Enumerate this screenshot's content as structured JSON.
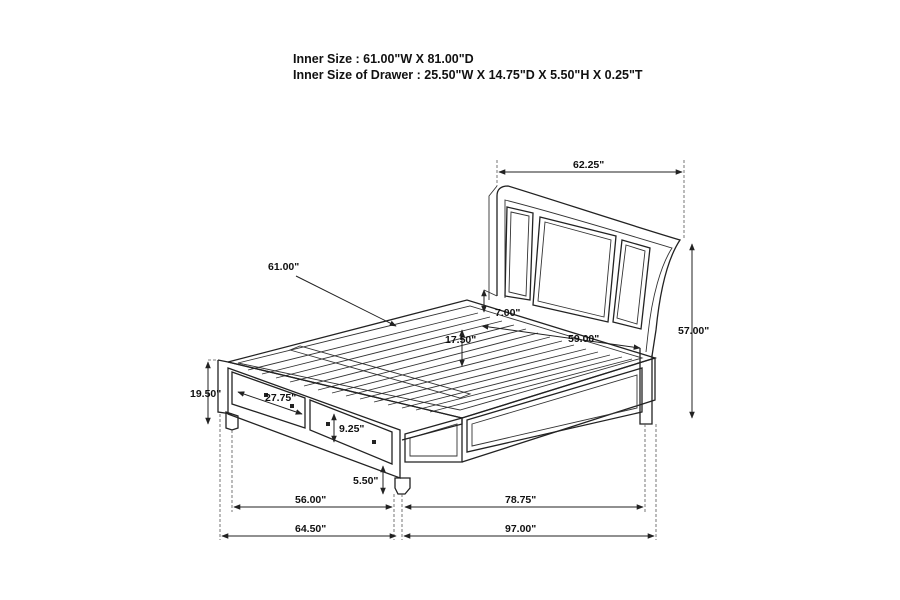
{
  "specs": {
    "inner_size": "Inner Size : 61.00\"W X 81.00\"D",
    "drawer_inner_size": "Inner Size of Drawer : 25.50\"W X 14.75\"D X 5.50\"H X 0.25\"T"
  },
  "dimensions": {
    "headboard_width": "62.25\"",
    "bed_height": "57.00\"",
    "rail_width": "61.00\"",
    "headboard_panel_gap": "7.00\"",
    "interior_depth": "59.00\"",
    "slat_height": "17.50\"",
    "footboard_height": "19.50\"",
    "drawer_width": "27.75\"",
    "drawer_height": "9.25\"",
    "leg_height": "5.50\"",
    "front_inner_width": "56.00\"",
    "side_inner_length": "78.75\"",
    "overall_width": "64.50\"",
    "overall_length": "97.00\""
  }
}
